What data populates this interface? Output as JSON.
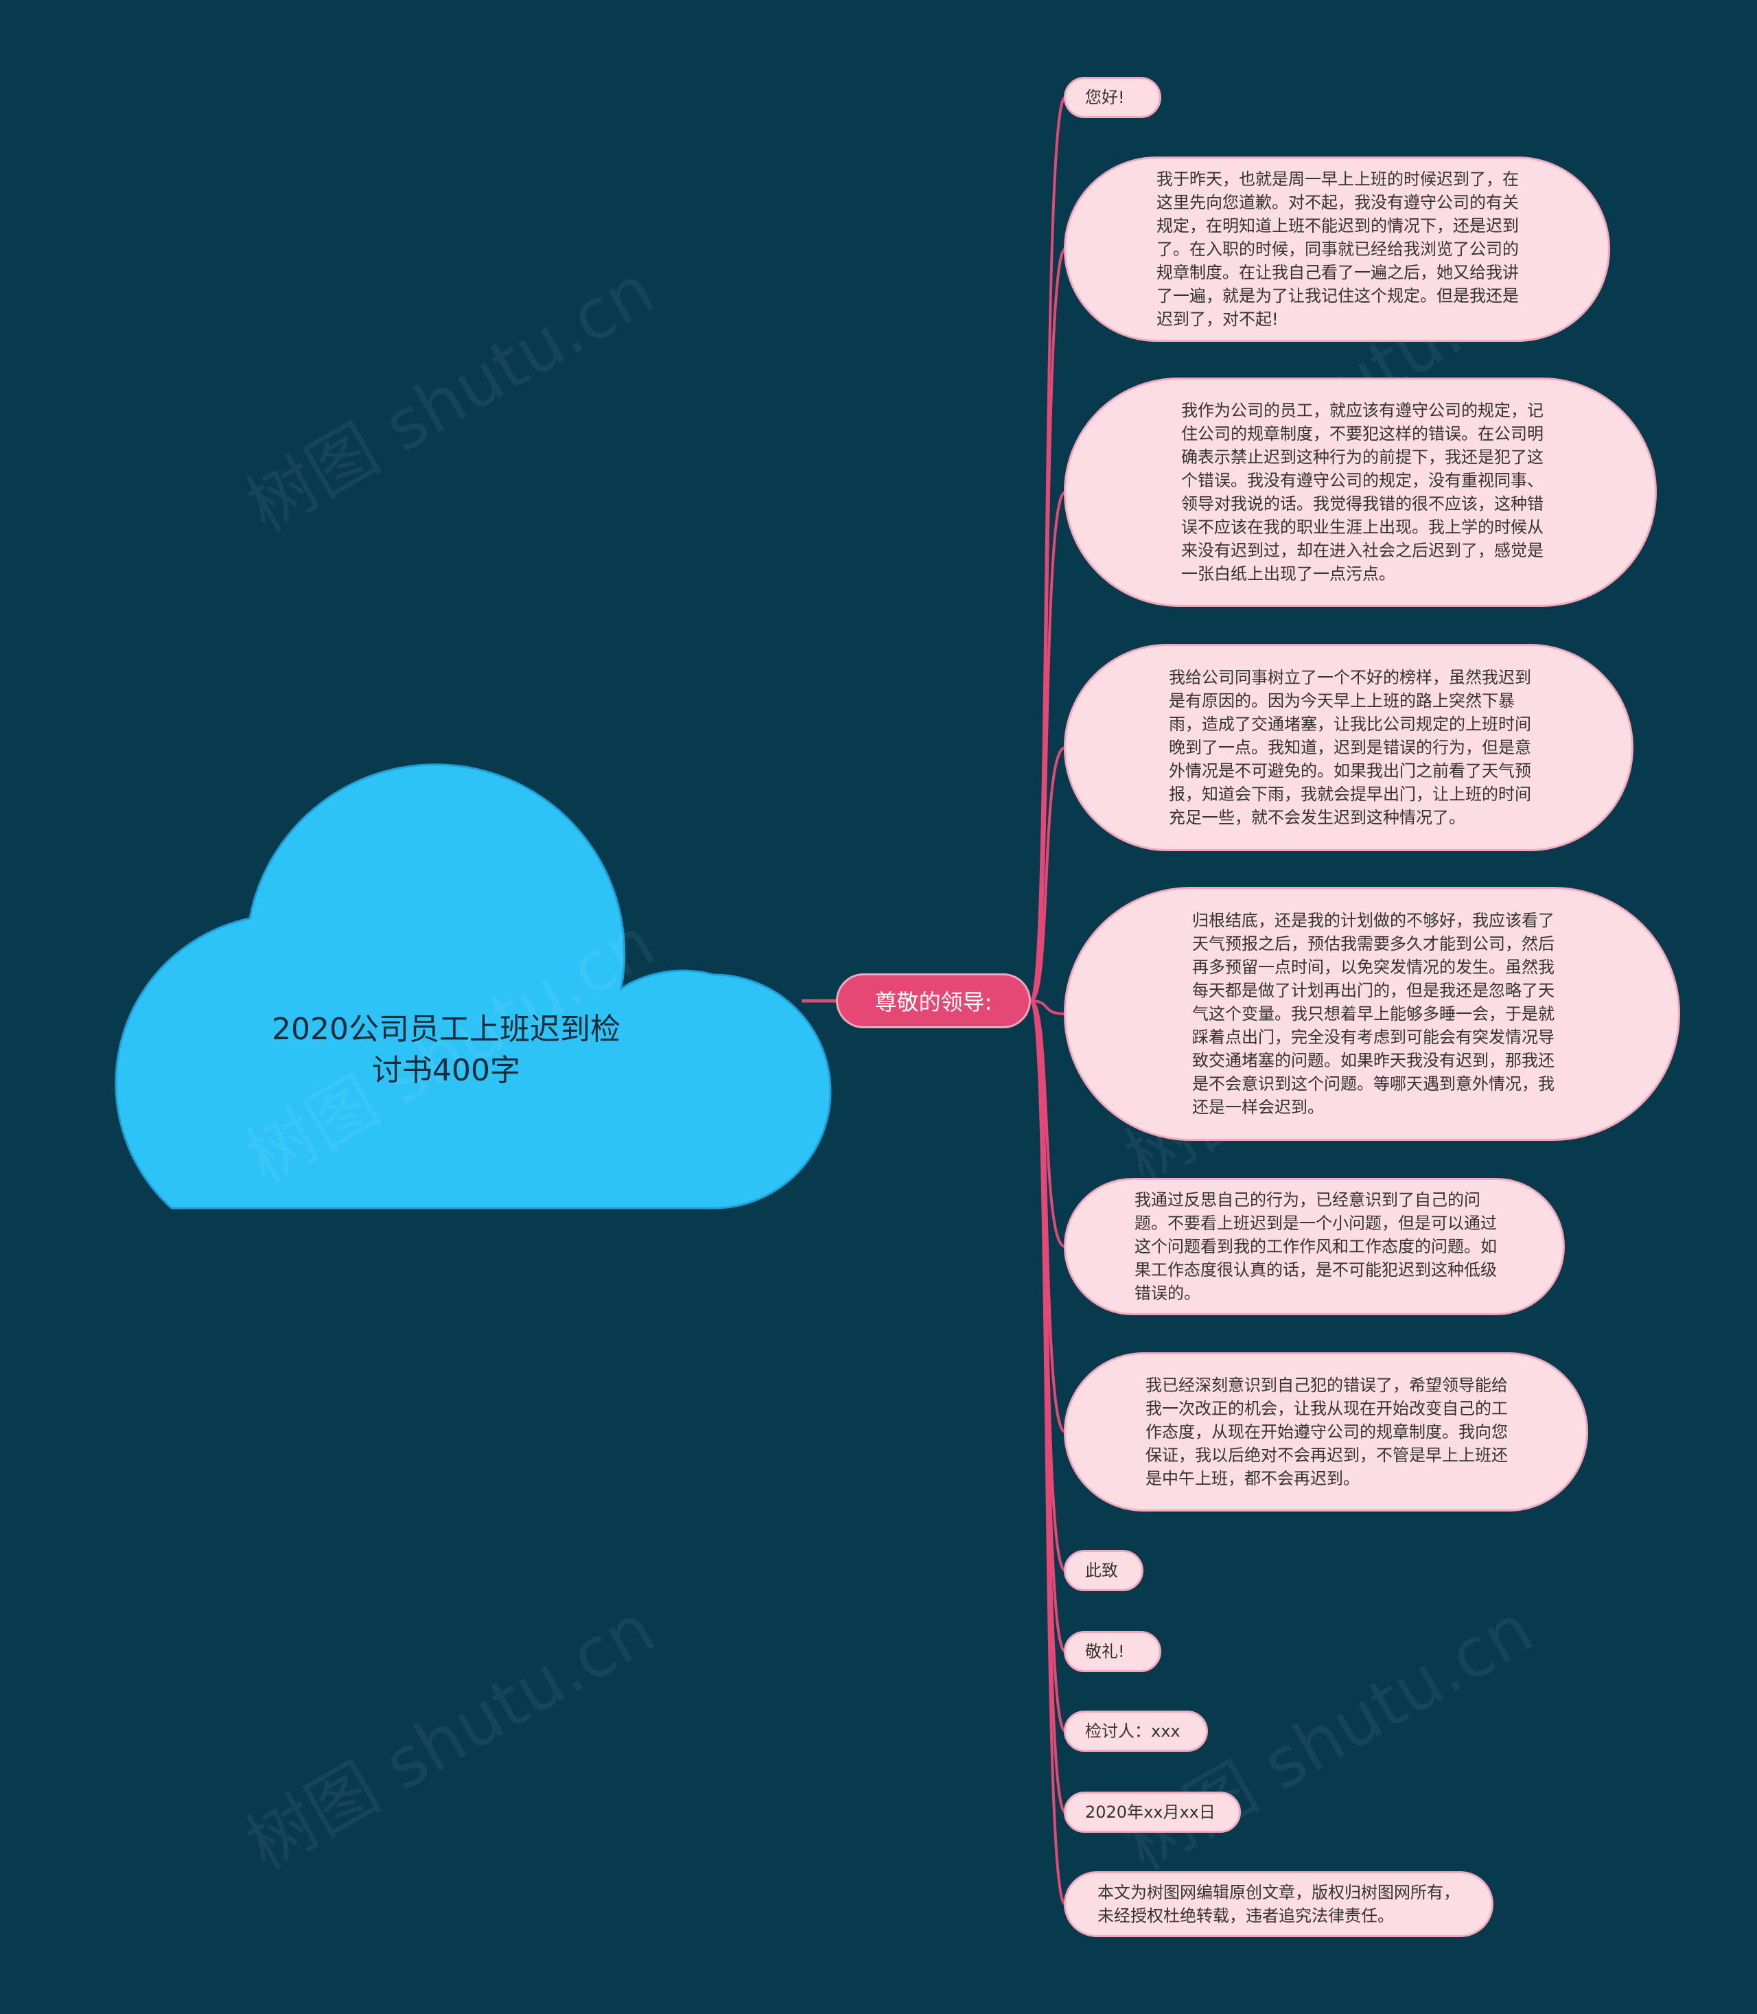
{
  "root": {
    "title_line1": "2020公司员工上班迟到检",
    "title_line2": "讨书400字"
  },
  "hub": {
    "label": "尊敬的领导:"
  },
  "leaves": [
    "您好!",
    "我于昨天，也就是周一早上上班的时候迟到了，在这里先向您道歉。对不起，我没有遵守公司的有关规定，在明知道上班不能迟到的情况下，还是迟到了。在入职的时候，同事就已经给我浏览了公司的规章制度。在让我自己看了一遍之后，她又给我讲了一遍，就是为了让我记住这个规定。但是我还是迟到了，对不起!",
    "我作为公司的员工，就应该有遵守公司的规定，记住公司的规章制度，不要犯这样的错误。在公司明确表示禁止迟到这种行为的前提下，我还是犯了这个错误。我没有遵守公司的规定，没有重视同事、领导对我说的话。我觉得我错的很不应该，这种错误不应该在我的职业生涯上出现。我上学的时候从来没有迟到过，却在进入社会之后迟到了，感觉是一张白纸上出现了一点污点。",
    "我给公司同事树立了一个不好的榜样，虽然我迟到是有原因的。因为今天早上上班的路上突然下暴雨，造成了交通堵塞，让我比公司规定的上班时间晚到了一点。我知道，迟到是错误的行为，但是意外情况是不可避免的。如果我出门之前看了天气预报，知道会下雨，我就会提早出门，让上班的时间充足一些，就不会发生迟到这种情况了。",
    "归根结底，还是我的计划做的不够好，我应该看了天气预报之后，预估我需要多久才能到公司，然后再多预留一点时间，以免突发情况的发生。虽然我每天都是做了计划再出门的，但是我还是忽略了天气这个变量。我只想着早上能够多睡一会，于是就踩着点出门，完全没有考虑到可能会有突发情况导致交通堵塞的问题。如果昨天我没有迟到，那我还是不会意识到这个问题。等哪天遇到意外情况，我还是一样会迟到。",
    "我通过反思自己的行为，已经意识到了自己的问题。不要看上班迟到是一个小问题，但是可以通过这个问题看到我的工作作风和工作态度的问题。如果工作态度很认真的话，是不可能犯迟到这种低级错误的。",
    "我已经深刻意识到自己犯的错误了，希望领导能给我一次改正的机会，让我从现在开始改变自己的工作态度，从现在开始遵守公司的规章制度。我向您保证，我以后绝对不会再迟到，不管是早上上班还是中午上班，都不会再迟到。",
    "此致",
    "敬礼!",
    "检讨人：xxx",
    "2020年xx月xx日",
    "本文为树图网编辑原创文章，版权归树图网所有，未经授权杜绝转载，违者追究法律责任。"
  ],
  "watermark": "树图 shutu.cn",
  "colors": {
    "background": "#073a4d",
    "cloud": "#2ec3f7",
    "hub": "#e64876",
    "leaf_fill": "#fcdde3",
    "leaf_border": "#f4a7bd",
    "line": "#e64876"
  }
}
